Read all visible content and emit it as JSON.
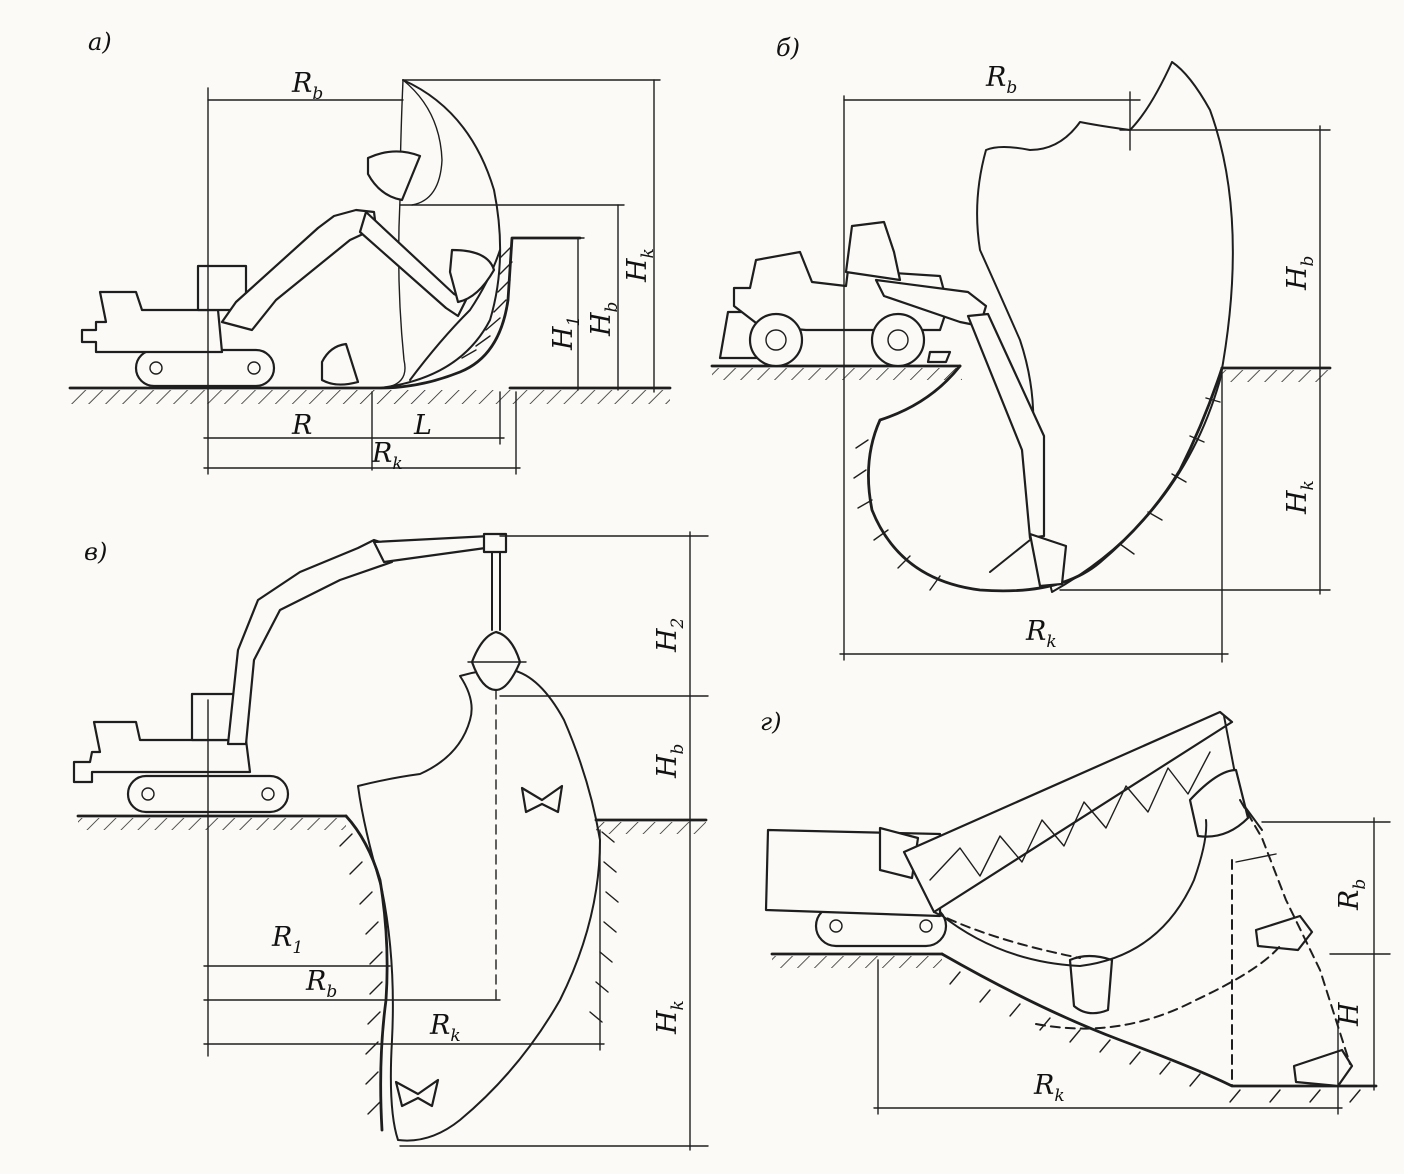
{
  "panels": {
    "a": {
      "tag": "а)",
      "labels": {
        "Rb": {
          "main": "R",
          "sub": "b"
        },
        "Hk": {
          "main": "H",
          "sub": "k"
        },
        "Hb": {
          "main": "H",
          "sub": "b"
        },
        "H1": {
          "main": "H",
          "sub": "1"
        },
        "R": {
          "main": "R",
          "sub": ""
        },
        "L": {
          "main": "L",
          "sub": ""
        },
        "Rk": {
          "main": "R",
          "sub": "k"
        }
      }
    },
    "b": {
      "tag": "б)",
      "labels": {
        "Rb": {
          "main": "R",
          "sub": "b"
        },
        "Hb": {
          "main": "H",
          "sub": "b"
        },
        "Hk": {
          "main": "H",
          "sub": "k"
        },
        "Rk": {
          "main": "R",
          "sub": "k"
        }
      }
    },
    "v": {
      "tag": "в)",
      "labels": {
        "H2": {
          "main": "H",
          "sub": "2"
        },
        "Hb": {
          "main": "H",
          "sub": "b"
        },
        "Hk": {
          "main": "H",
          "sub": "k"
        },
        "R1": {
          "main": "R",
          "sub": "1"
        },
        "Rb": {
          "main": "R",
          "sub": "b"
        },
        "Rk": {
          "main": "R",
          "sub": "k"
        }
      }
    },
    "g": {
      "tag": "г)",
      "labels": {
        "Rb": {
          "main": "R",
          "sub": "b"
        },
        "H": {
          "main": "H",
          "sub": ""
        },
        "Rk": {
          "main": "R",
          "sub": "k"
        }
      }
    }
  }
}
